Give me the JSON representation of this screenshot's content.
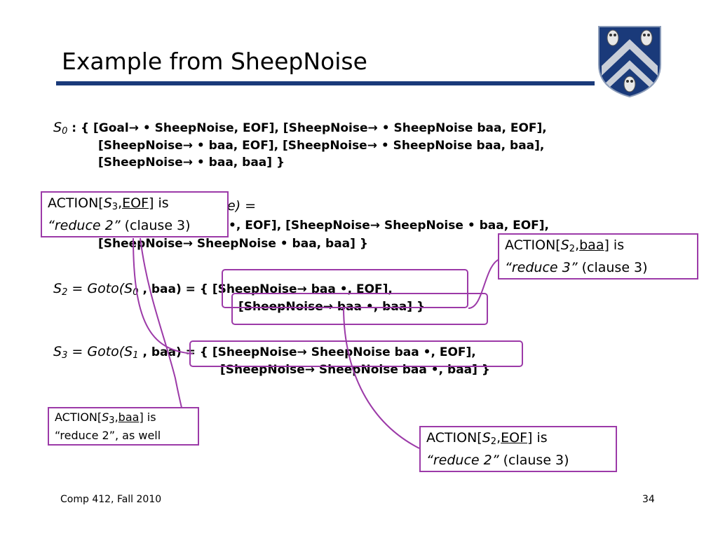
{
  "slide": {
    "title": "Example from SheepNoise",
    "footer_left": "Comp 412, Fall 2010",
    "page_number": "34"
  },
  "colors": {
    "accent_rule": "#1a3a7a",
    "annotation": "#9c3aa8"
  },
  "logo": {
    "icon": "rice-university-shield-icon"
  },
  "items": {
    "s0": {
      "state": "S",
      "sub": "0",
      "colon": " : { ",
      "line1": "[Goal→ • SheepNoise, EOF], [SheepNoise→ • SheepNoise baa, EOF],",
      "line2": "[SheepNoise→ • baa, EOF], [SheepNoise→ • SheepNoise baa, baa],",
      "line3": "[SheepNoise→ • baa, baa] }"
    },
    "s1": {
      "frag1": "e) =",
      "line2": "•, EOF], [SheepNoise→ SheepNoise • baa, EOF],",
      "line3": "[SheepNoise→ SheepNoise • baa, baa] }"
    },
    "s2": {
      "lhs": "S",
      "sub": "2",
      "eq": " = Goto(S",
      "sub0": "0",
      "arg": " , baa) = { ",
      "line1": "[SheepNoise→ baa •, EOF],",
      "line2": "[SheepNoise→ baa •, baa] }"
    },
    "s3": {
      "lhs": "S",
      "sub": "3",
      "eq": " = Goto(S",
      "sub1": "1",
      "arg": " , baa) = { ",
      "line1": "[SheepNoise→ SheepNoise baa •, EOF],",
      "line2": "[SheepNoise→ SheepNoise baa •, baa] }"
    }
  },
  "callouts": {
    "c1": {
      "pre": "ACTION[",
      "s": "S",
      "sub": "3",
      "comma": ",",
      "tok": "EOF",
      "post": "] is",
      "l2a": "“reduce 2”",
      "l2b": "  (clause 3)"
    },
    "c2": {
      "pre": "ACTION[",
      "s": "S",
      "sub": "2",
      "comma": ",",
      "tok": "baa",
      "post": "] is",
      "l2a": "“reduce 3”",
      "l2b": "    (clause 3)"
    },
    "c3": {
      "pre": "ACTION[",
      "s": "S",
      "sub": "3",
      "comma": ",",
      "tok": "baa",
      "post": "] is",
      "l2": "“reduce 2”, as well"
    },
    "c4": {
      "pre": "ACTION[",
      "s": "S",
      "sub": "2",
      "comma": ",",
      "tok": "EOF",
      "post": "] is",
      "l2a": "“reduce 2”",
      "l2b": "    (clause 3)"
    }
  }
}
